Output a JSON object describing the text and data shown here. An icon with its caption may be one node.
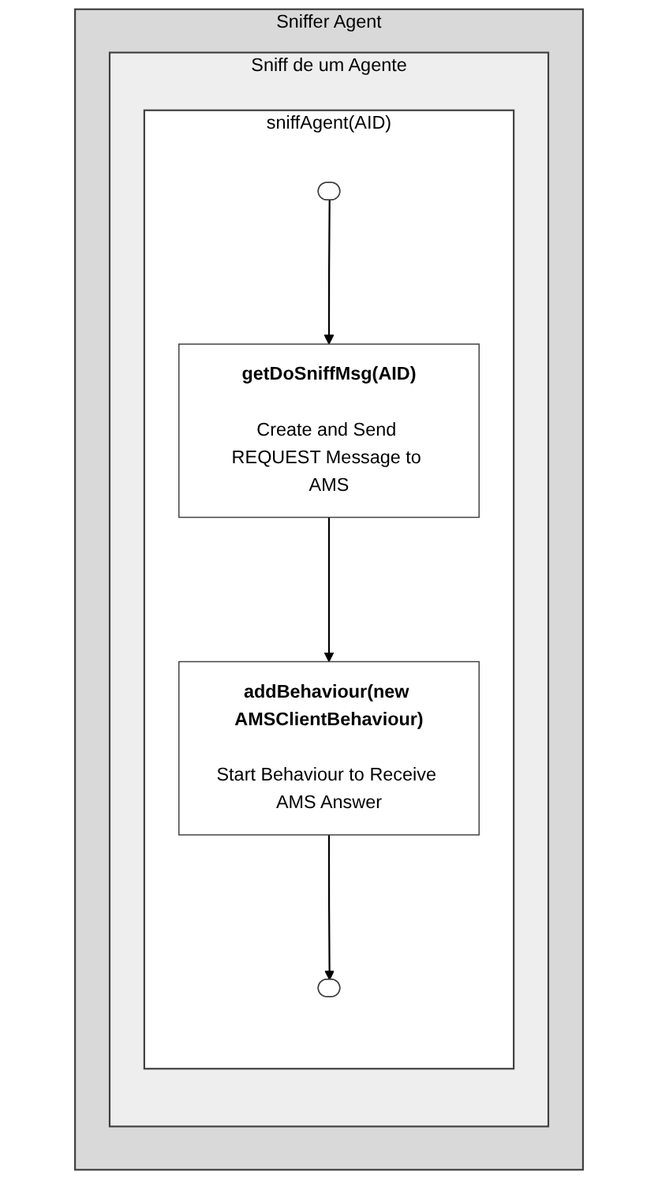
{
  "diagram": {
    "nodes": [
      {
        "text": [
          "Sniffer Agent"
        ]
      },
      {
        "text": [
          "Sniff de um Agente"
        ],
        "in": 0
      },
      {
        "text": [
          "sniffAgent(AID)"
        ],
        "in": 1
      },
      {
        "text": [],
        "shape": "stadium",
        "in": 2
      },
      {
        "text": [
          "getDoSniffMsg(AID)",
          "Create and Send REQUEST Message to AMS"
        ],
        "in": 2
      },
      {
        "text": [
          "addBehaviour(new AMSClientBehaviour)",
          "Start Behaviour to Receive AMS Answer"
        ],
        "in": 2
      },
      {
        "text": [],
        "shape": "stadium",
        "in": 2
      }
    ],
    "edges": [
      {
        "from": 3,
        "to": 4,
        "arrow": "to"
      },
      {
        "from": 4,
        "to": 5,
        "arrow": "to"
      },
      {
        "from": 5,
        "to": 6,
        "arrow": "to"
      }
    ]
  }
}
